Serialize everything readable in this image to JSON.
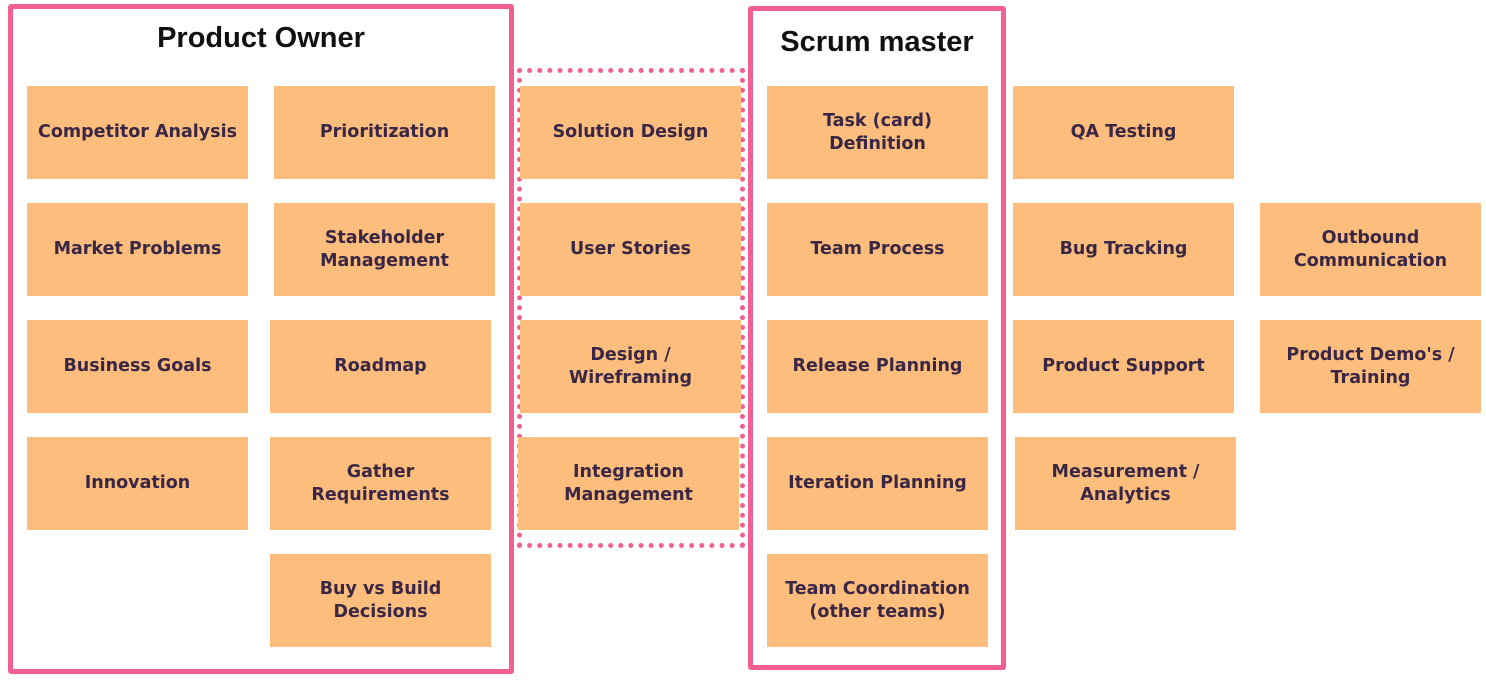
{
  "colors": {
    "frame": "#f35f92",
    "card": "#fdbd7c",
    "card_text": "#3a2746",
    "title": "#111111"
  },
  "product_owner": {
    "title": "Product Owner",
    "cards": [
      "Competitor Analysis",
      "Prioritization",
      "Market Problems",
      "Stakeholder\nManagement",
      "Business Goals",
      "Roadmap",
      "Innovation",
      "Gather\nRequirements",
      "Buy vs Build\nDecisions"
    ]
  },
  "shared": {
    "cards": [
      "Solution Design",
      "User Stories",
      "Design /\nWireframing",
      "Integration\nManagement"
    ]
  },
  "scrum_master": {
    "title": "Scrum master",
    "cards": [
      "Task (card)\nDefinition",
      "Team Process",
      "Release Planning",
      "Iteration Planning",
      "Team Coordination\n(other teams)"
    ]
  },
  "other": {
    "cards": [
      "QA Testing",
      "Bug Tracking",
      "Product Support",
      "Measurement /\nAnalytics",
      "Outbound\nCommunication",
      "Product Demo's /\nTraining"
    ]
  }
}
